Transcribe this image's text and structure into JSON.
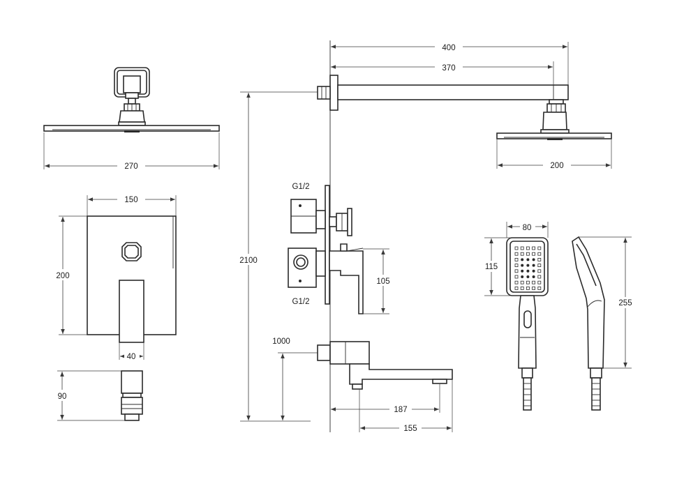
{
  "dimensions": {
    "head_front_width": "270",
    "plate_width": "150",
    "plate_height": "200",
    "lever_width": "40",
    "lever_depth": "90",
    "arm_overall": "400",
    "arm_length": "370",
    "head_side_width": "200",
    "total_height": "2100",
    "spout_height": "1000",
    "valve_height": "105",
    "spout_projection": "187",
    "spout_length": "155",
    "hand_head_width": "80",
    "hand_head_height": "115",
    "hand_length": "255"
  },
  "labels": {
    "thread_top": "G1/2",
    "thread_bottom": "G1/2"
  }
}
